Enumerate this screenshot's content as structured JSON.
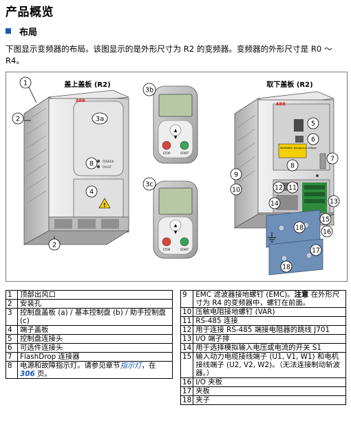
{
  "page_title": "产品概览",
  "section": {
    "title": "布局"
  },
  "intro_text": "下图显示变频器的布局。该图显示的是外形尺寸为 R2 的变频器。变频器的外形尺寸是 R0 ～ R4。",
  "figure": {
    "left_caption": "盖上盖板 (R2)",
    "right_caption": "取下盖板 (R2)",
    "panel_b_label": "3b",
    "panel_c_label": "3c",
    "left_callouts": [
      "1",
      "2",
      "3a",
      "4",
      "8",
      "2"
    ],
    "right_callouts": [
      "5",
      "6",
      "7",
      "8",
      "9",
      "10",
      "12",
      "11",
      "14",
      "13",
      "15",
      "16",
      "18",
      "17",
      "18"
    ],
    "abb_logo": "ABB",
    "led_power": "POWER",
    "led_fault": "FAULT",
    "key_stop": "STOP",
    "key_start": "START",
    "warning_title": "WARNING! Dangerous voltage",
    "colors": {
      "drive_body": "#dcdcdc",
      "callout_fill": "#ffffff",
      "bracket_blue": "#6e8fb8",
      "warning_yellow": "#f5d000",
      "stop_red": "#d9443c",
      "start_green": "#3aa55a",
      "display_green": "#b7c9a4"
    }
  },
  "legend_left": [
    {
      "num": "1",
      "text": "顶部出风口"
    },
    {
      "num": "2",
      "text": "安装孔"
    },
    {
      "num": "3",
      "text": "控制盘盖板 (a) / 基本控制盘 (b) / 助手控制盘 (c)"
    },
    {
      "num": "4",
      "text": "端子盖板"
    },
    {
      "num": "5",
      "text": "控制盘连接头"
    },
    {
      "num": "6",
      "text": "可选件连接头"
    },
    {
      "num": "7",
      "text": "FlashDrop 连接器"
    },
    {
      "num": "8",
      "text_before": "电源和故障指示灯。请参见章节",
      "link_text": "指示灯",
      "text_mid": "，在 ",
      "link_num": "306",
      "text_after": " 页。"
    }
  ],
  "legend_right": [
    {
      "num": "9",
      "text_before": "EMC 滤波器接地螺钉 (EMC)。",
      "term": "注意",
      "text_after": "   在外形尺寸为 R4 的变频器中，螺钉在前面。"
    },
    {
      "num": "10",
      "text": "压敏电阻接地螺钉 (VAR)"
    },
    {
      "num": "11",
      "text": "RS-485 连接"
    },
    {
      "num": "12",
      "text": "用于连接 RS-485 端接电阻器的跳线 J701"
    },
    {
      "num": "13",
      "text": "I/O 端子排"
    },
    {
      "num": "14",
      "text": "用于选择模拟输入电压或电流的开关 S1"
    },
    {
      "num": "15",
      "text": "输入动力电缆接线端子 (U1, V1, W1) 和电机接线端子 (U2, V2, W2)。（无法连接制动斩波器。）"
    },
    {
      "num": "16",
      "text": "I/O 夹板"
    },
    {
      "num": "17",
      "text": "夹板"
    },
    {
      "num": "18",
      "text": "夹子"
    }
  ]
}
